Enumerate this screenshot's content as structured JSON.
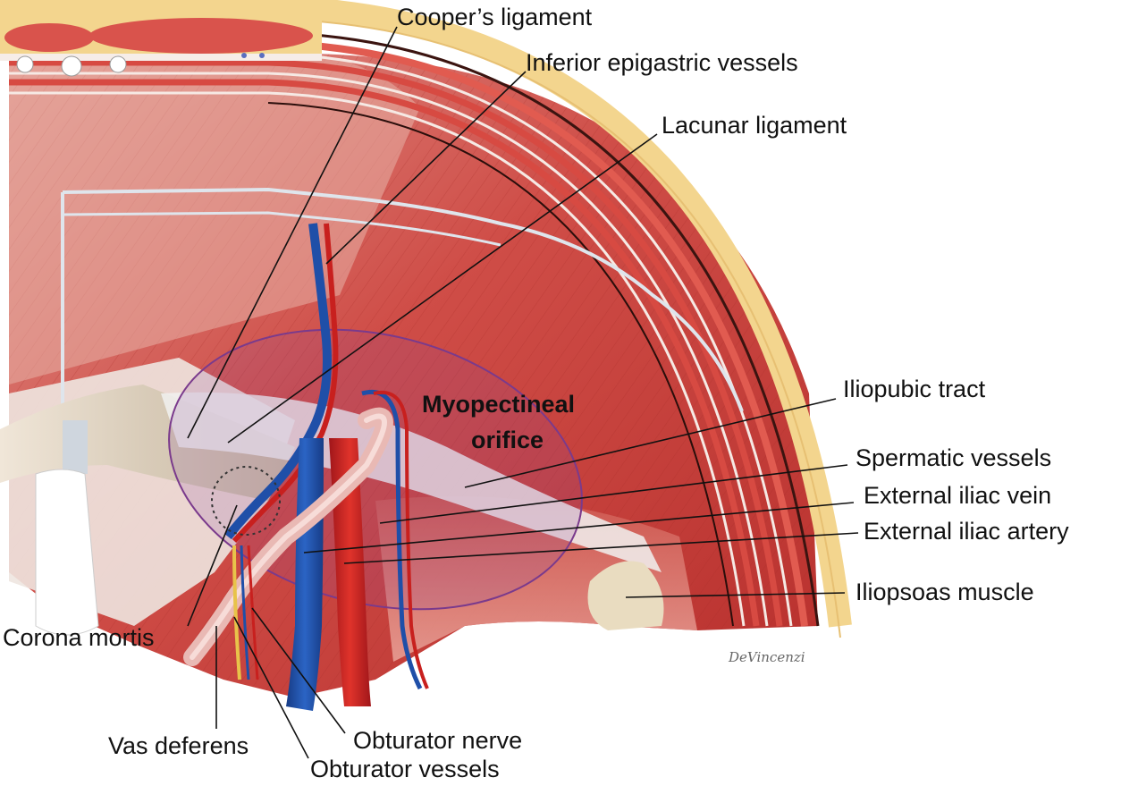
{
  "colors": {
    "muscle": "#c9403f",
    "muscle_light": "#e8918c",
    "fat_layer": "#f3d58e",
    "vein": "#1f4fa8",
    "artery": "#c8201e",
    "vas_deferens": "#e9b9b4",
    "orifice_outline": "#7a3a8c",
    "bone": "#e9dcc0"
  },
  "labels": {
    "coopers_ligament": "Cooper’s ligament",
    "inferior_epigastric_vessels": "Inferior epigastric vessels",
    "lacunar_ligament": "Lacunar ligament",
    "iliopubic_tract": "Iliopubic tract",
    "spermatic_vessels": "Spermatic vessels",
    "external_iliac_vein": "External iliac vein",
    "external_iliac_artery": "External iliac artery",
    "iliopsoas_muscle": "Iliopsoas muscle",
    "corona_mortis": "Corona mortis",
    "vas_deferens": "Vas deferens",
    "obturator_nerve": "Obturator nerve",
    "obturator_vessels": "Obturator vessels",
    "myopectineal_orifice_line1": "Myopectineal",
    "myopectineal_orifice_line2": "orifice"
  },
  "signature": "DeVincenzi"
}
